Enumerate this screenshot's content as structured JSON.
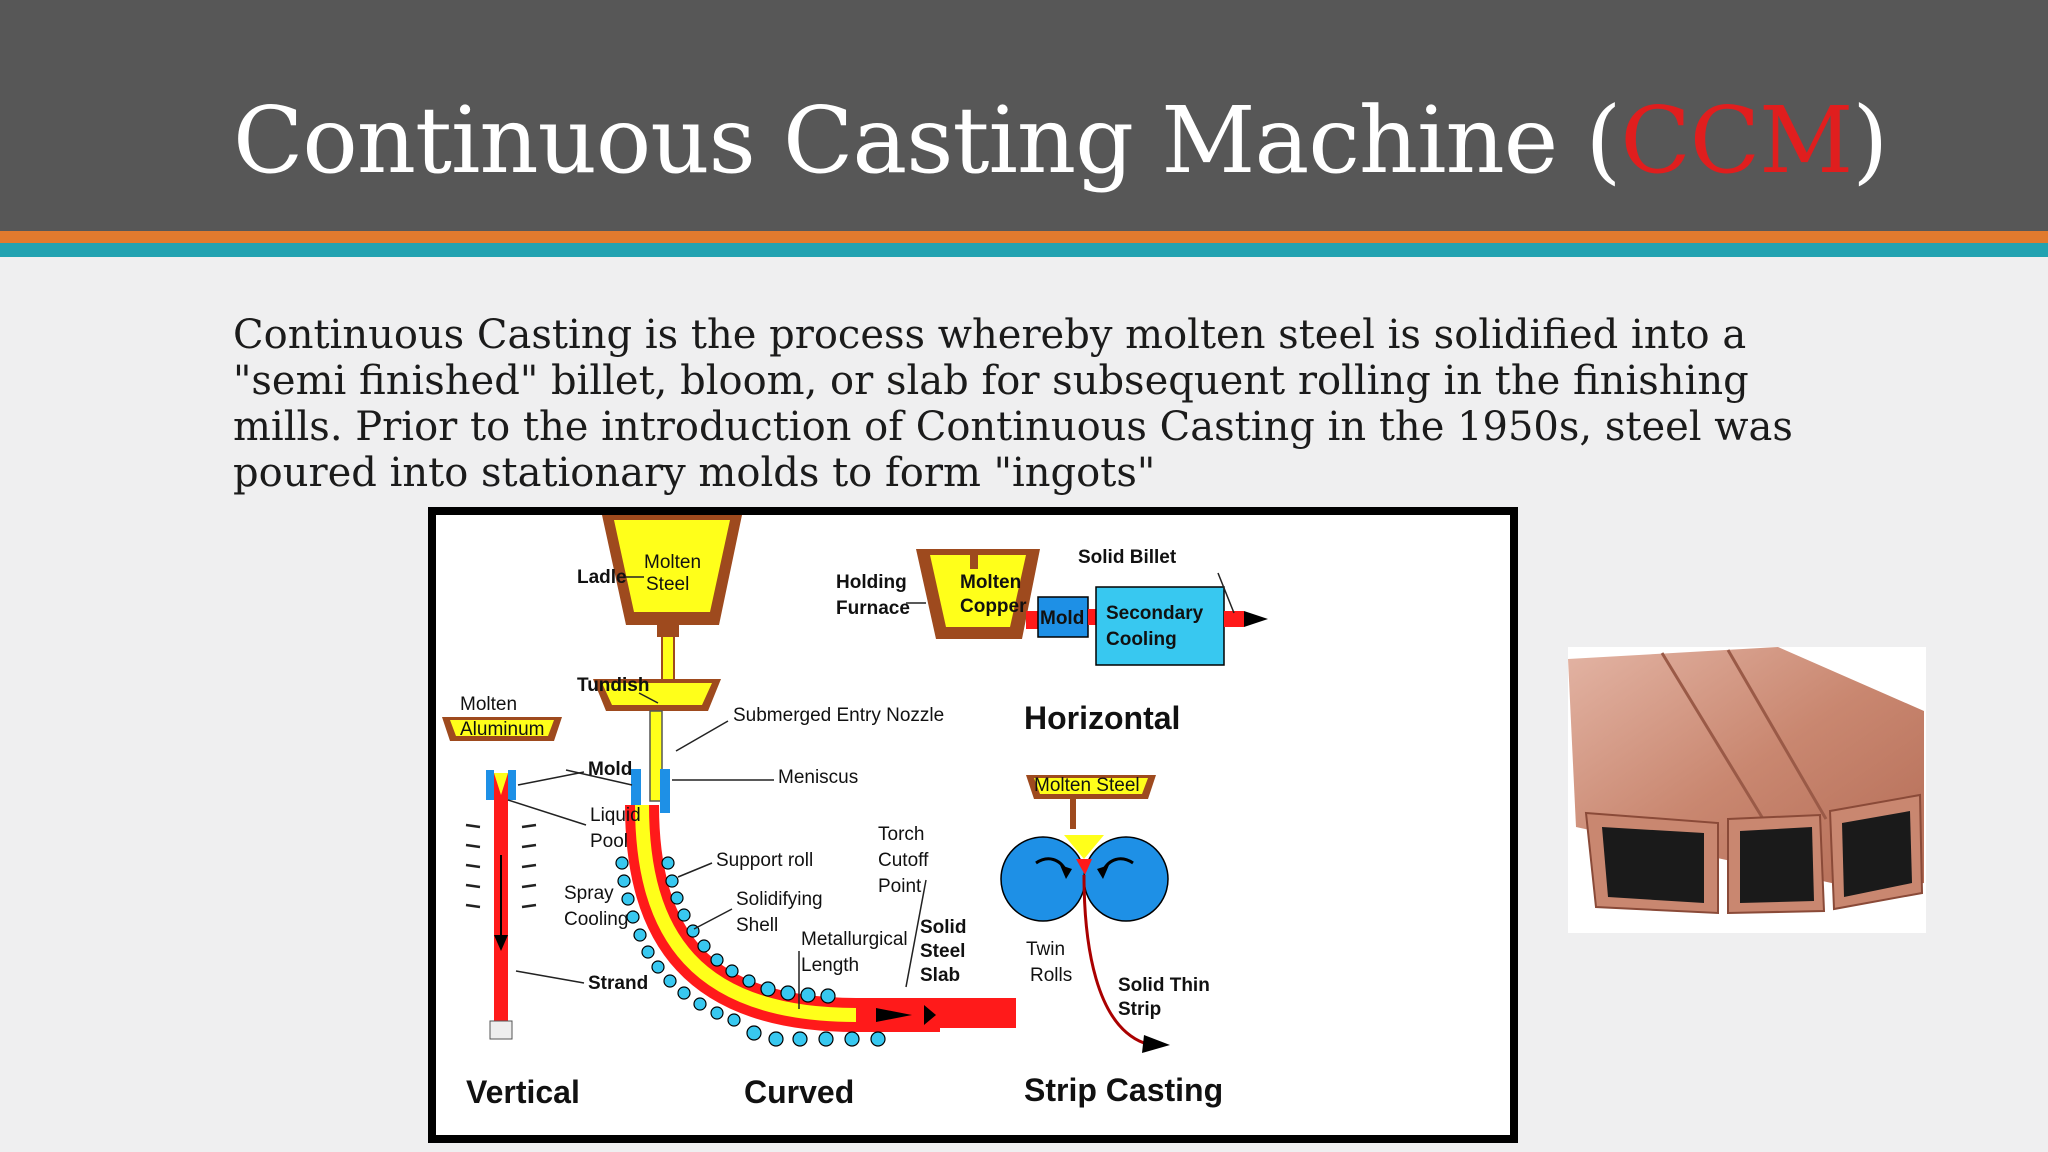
{
  "slide": {
    "title_main": "Continuous Casting Machine (",
    "title_accent": "CCM",
    "title_close": ")",
    "body": "Continuous Casting is the process whereby molten steel is solidified into a \"semi finished\" billet, bloom, or slab for subsequent rolling in the finishing mills. Prior to the introduction of Continuous Casting in the 1950s, steel was poured into stationary molds to form \"ingots\""
  },
  "colors": {
    "header_bg": "#575757",
    "stripe_orange": "#e17a2e",
    "stripe_teal": "#22a2b1",
    "accent_red": "#e01e1e",
    "molten_yellow": "#ffff1a",
    "vessel_brown": "#9e4a1e",
    "strand_red": "#ff1a1a",
    "roll_blue": "#1e90e6",
    "spray_cyan": "#38c8f0",
    "copper": "#c47a5a"
  },
  "diagram": {
    "ladle": "Ladle",
    "molten_steel_l1": "Molten",
    "molten_steel_l2": "Steel",
    "holding_l1": "Holding",
    "holding_l2": "Furnace",
    "molten_copper_l1": "Molten",
    "molten_copper_l2": "Copper",
    "solid_billet": "Solid Billet",
    "secondary_l1": "Secondary",
    "secondary_l2": "Cooling",
    "mold_h": "Mold",
    "tundish": "Tundish",
    "molten_al_l1": "Molten",
    "molten_al_l2": "Aluminum",
    "sen": "Submerged Entry Nozzle",
    "horizontal": "Horizontal",
    "mold": "Mold",
    "meniscus": "Meniscus",
    "molten_steel_strip": "Molten Steel",
    "liquid_l1": "Liquid",
    "liquid_l2": "Pool",
    "torch_l1": "Torch",
    "torch_l2": "Cutoff",
    "torch_l3": "Point",
    "support_roll": "Support roll",
    "spray_l1": "Spray",
    "spray_l2": "Cooling",
    "solidifying_l1": "Solidifying",
    "solidifying_l2": "Shell",
    "solid_slab_l1": "Solid",
    "solid_slab_l2": "Steel",
    "solid_slab_l3": "Slab",
    "metallurgical_l1": "Metallurgical",
    "metallurgical_l2": "Length",
    "twin_l1": "Twin",
    "twin_l2": "Rolls",
    "strip_l1": "Solid Thin",
    "strip_l2": "Strip",
    "strand": "Strand",
    "vertical": "Vertical",
    "curved": "Curved",
    "strip_casting": "Strip Casting"
  },
  "photo": {
    "icon": "copper-mold-tubes-photo"
  }
}
